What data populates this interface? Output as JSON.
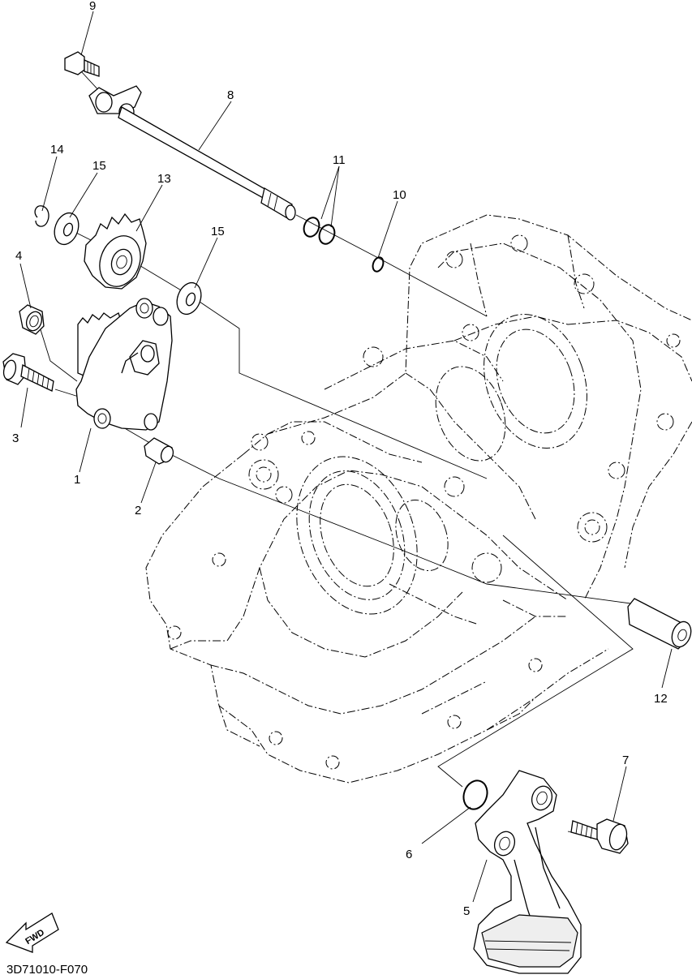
{
  "callouts": [
    {
      "id": "c1",
      "label": "1"
    },
    {
      "id": "c2",
      "label": "2"
    },
    {
      "id": "c3",
      "label": "3"
    },
    {
      "id": "c4",
      "label": "4"
    },
    {
      "id": "c5",
      "label": "5"
    },
    {
      "id": "c6",
      "label": "6"
    },
    {
      "id": "c7",
      "label": "7"
    },
    {
      "id": "c8",
      "label": "8"
    },
    {
      "id": "c9",
      "label": "9"
    },
    {
      "id": "c10",
      "label": "10"
    },
    {
      "id": "c11",
      "label": "11"
    },
    {
      "id": "c12",
      "label": "12"
    },
    {
      "id": "c13",
      "label": "13"
    },
    {
      "id": "c14",
      "label": "14"
    },
    {
      "id": "c15a",
      "label": "15"
    },
    {
      "id": "c15b",
      "label": "15"
    }
  ],
  "fwd_label": "FWD",
  "figure_code": "3D71010-F070"
}
